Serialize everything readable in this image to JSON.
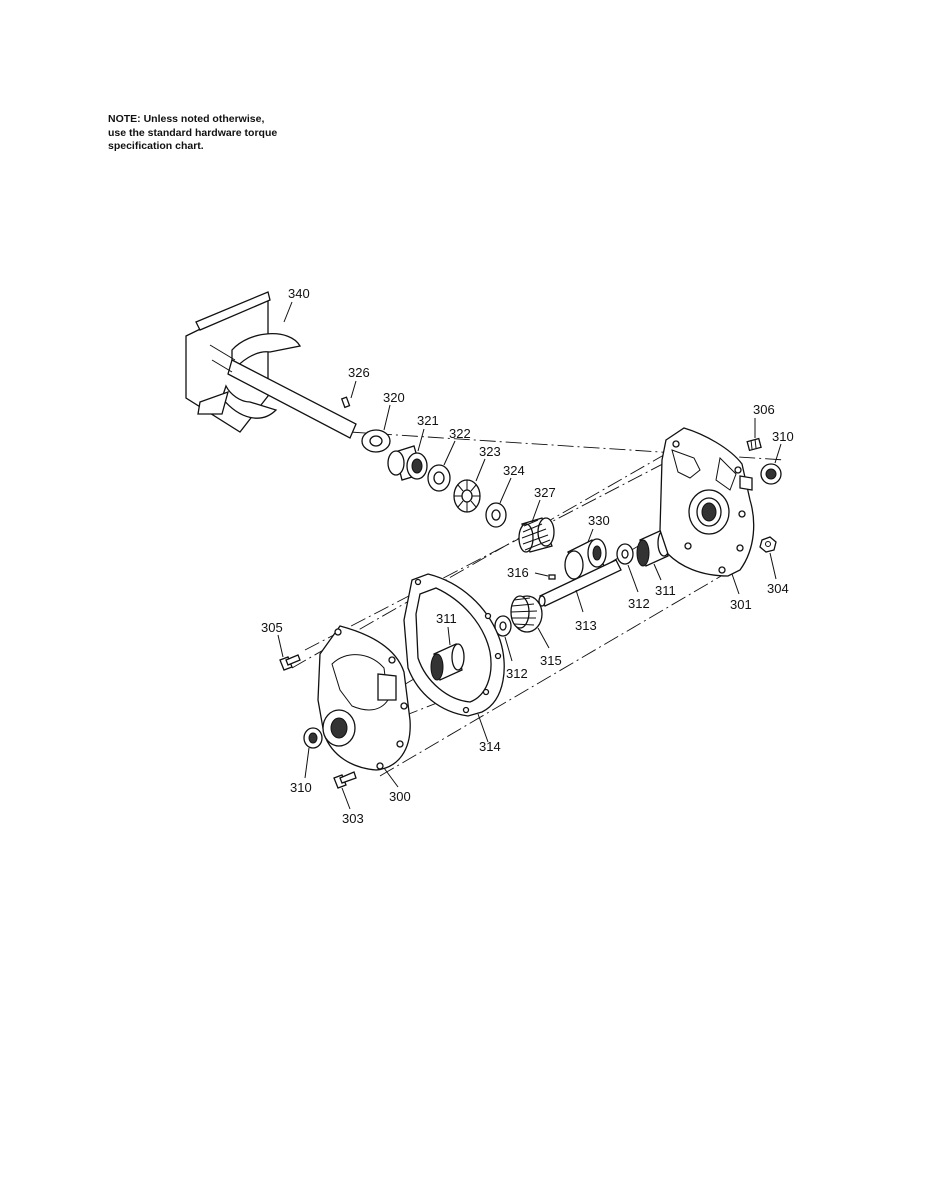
{
  "note": {
    "line1": "NOTE: Unless noted otherwise,",
    "line2": "use the standard hardware torque",
    "line3": "specification chart."
  },
  "parts": [
    {
      "id": "p340",
      "label": "340",
      "name": "auger"
    },
    {
      "id": "p326",
      "label": "326",
      "name": "pin"
    },
    {
      "id": "p320",
      "label": "320",
      "name": "washer"
    },
    {
      "id": "p321",
      "label": "321",
      "name": "bearing"
    },
    {
      "id": "p322",
      "label": "322",
      "name": "washer"
    },
    {
      "id": "p323",
      "label": "323",
      "name": "thrust bearing"
    },
    {
      "id": "p324",
      "label": "324",
      "name": "washer"
    },
    {
      "id": "p327",
      "label": "327",
      "name": "worm gear"
    },
    {
      "id": "p330",
      "label": "330",
      "name": "sleeve"
    },
    {
      "id": "p316",
      "label": "316",
      "name": "key"
    },
    {
      "id": "p313",
      "label": "313",
      "name": "shaft"
    },
    {
      "id": "p315",
      "label": "315",
      "name": "gear"
    },
    {
      "id": "p312a",
      "label": "312",
      "name": "washer"
    },
    {
      "id": "p312b",
      "label": "312",
      "name": "washer"
    },
    {
      "id": "p311a",
      "label": "311",
      "name": "bearing"
    },
    {
      "id": "p311b",
      "label": "311",
      "name": "bearing"
    },
    {
      "id": "p306",
      "label": "306",
      "name": "fitting"
    },
    {
      "id": "p310a",
      "label": "310",
      "name": "bearing"
    },
    {
      "id": "p310b",
      "label": "310",
      "name": "bearing"
    },
    {
      "id": "p304",
      "label": "304",
      "name": "nut"
    },
    {
      "id": "p301",
      "label": "301",
      "name": "gear case half"
    },
    {
      "id": "p305",
      "label": "305",
      "name": "screw"
    },
    {
      "id": "p314",
      "label": "314",
      "name": "gasket"
    },
    {
      "id": "p300",
      "label": "300",
      "name": "gear case half"
    },
    {
      "id": "p303",
      "label": "303",
      "name": "screw"
    }
  ]
}
